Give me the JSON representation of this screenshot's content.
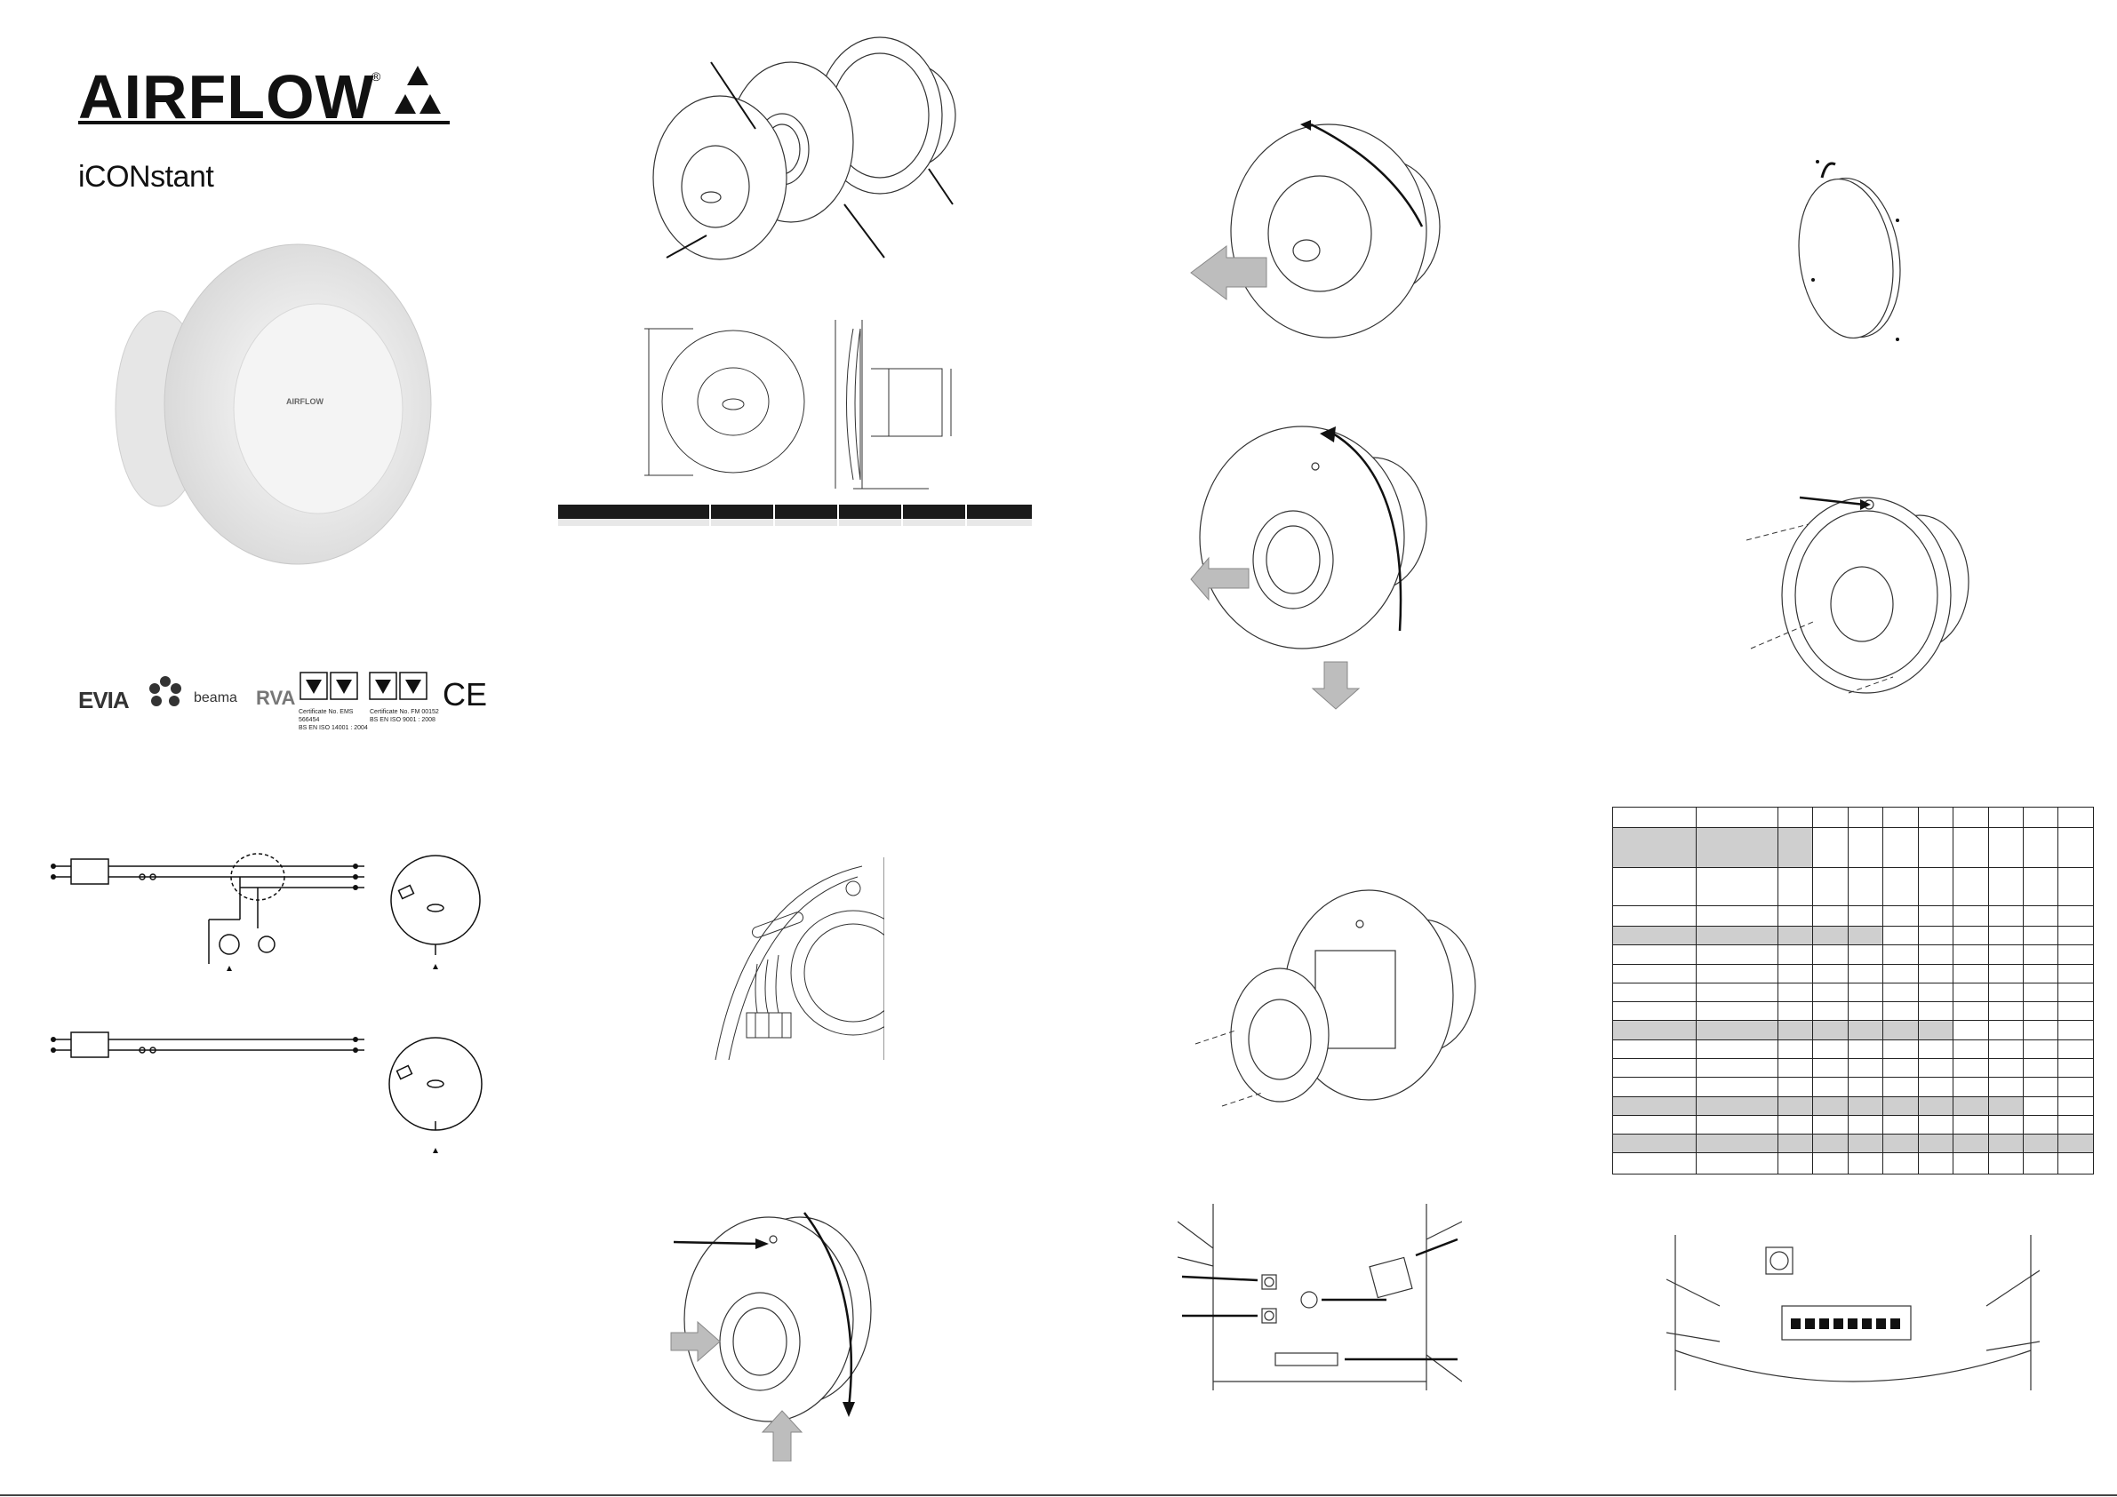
{
  "header": {
    "brand": "AIRFLOW",
    "registered_mark": "®",
    "product_name": "iCONstant",
    "fan_face_brand": "AIRFLOW"
  },
  "accreditations": {
    "logos": [
      "EVIA",
      "beama",
      "RVA",
      "CE"
    ],
    "certificates": [
      {
        "line1": "Certificate No. EMS 566454",
        "line2": "BS EN ISO 14001 : 2004"
      },
      {
        "line1": "Certificate No. FM 00152",
        "line2": "BS EN ISO 9001 : 2008"
      }
    ]
  },
  "colors": {
    "ink": "#111111",
    "table_header": "#1a1a1a",
    "table_shade": "#cfcfcf",
    "arrow_fill": "#bdbdbd"
  },
  "icons": [
    "airflow-logo-icon",
    "evia-logo-icon",
    "flower-logo-icon",
    "beama-logo-icon",
    "rva-logo-icon",
    "certificate-crown-icon",
    "ce-mark-icon"
  ]
}
